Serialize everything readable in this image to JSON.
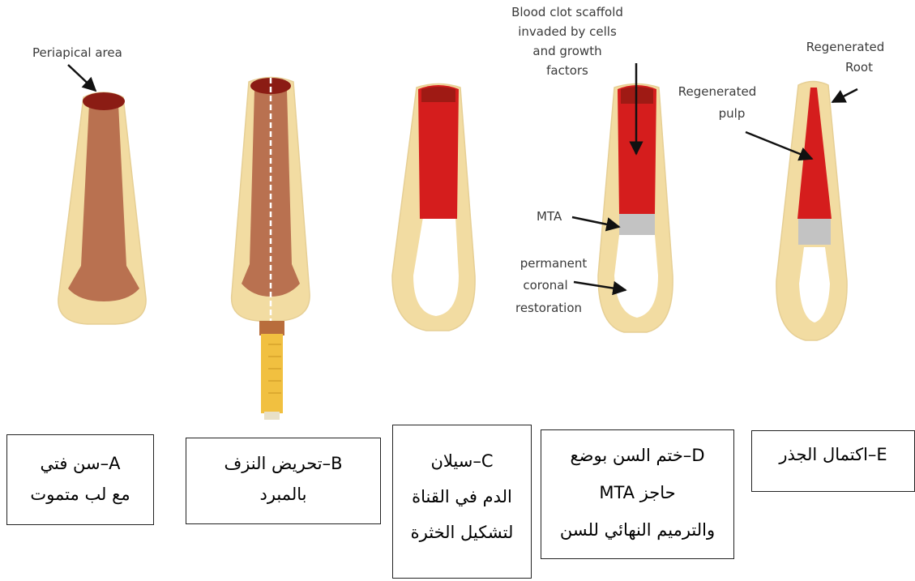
{
  "diagram": {
    "labels": {
      "periapical": "Periapical area",
      "blood_clot": [
        "Blood clot scaffold",
        "invaded by cells",
        "and growth",
        "factors"
      ],
      "regenerated_root": [
        "Regenerated",
        "Root"
      ],
      "regenerated_pulp": [
        "Regenerated",
        "pulp"
      ],
      "mta": "MTA",
      "restoration": [
        "permanent",
        "coronal",
        "restoration"
      ]
    },
    "colors": {
      "enamel": "#f2dca2",
      "dentin": "#e9cf8e",
      "necrotic_pulp": "#b97150",
      "periapical": "#8b1c14",
      "blood": "#d51d1d",
      "mta": "#c3c3c3",
      "file_handle": "#f1c040"
    }
  },
  "captions": {
    "a": [
      "A–سن فتي",
      "مع لب متموت"
    ],
    "b": [
      "B–تحريض النزف",
      "بالمبرد"
    ],
    "c": [
      "C–سيلان",
      "الدم في القناة",
      "لتشكيل الخثرة"
    ],
    "d": [
      "D–ختم السن بوضع",
      "حاجز MTA",
      "والترميم النهائي للسن"
    ],
    "e": [
      "E–اكتمال الجذر"
    ]
  }
}
